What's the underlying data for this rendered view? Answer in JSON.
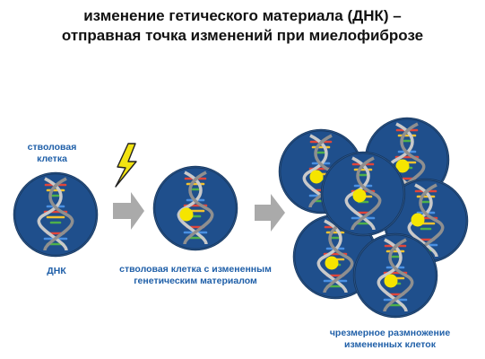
{
  "title": {
    "line1": "изменение гетического материала (ДНК) –",
    "line2": "отправная точка изменений при миелофиброзе"
  },
  "labels": {
    "stem_cell_line1": "стволовая",
    "stem_cell_line2": "клетка",
    "dna": "ДНК",
    "mutated_cell_line1": "стволовая клетка с измененным",
    "mutated_cell_line2": "генетическим материалом",
    "proliferation_line1": "чрезмерное размножение",
    "proliferation_line2": "измененных клеток"
  },
  "colors": {
    "cell_fill": "#1f4f8c",
    "cell_border": "#16375f",
    "label_text": "#1f5fa8",
    "mutation": "#f5e500",
    "lightning": "#f2e311",
    "arrow": "#aaaaaa"
  },
  "icons": {
    "lightning": "lightning-bolt-icon",
    "arrow": "right-arrow-icon"
  }
}
